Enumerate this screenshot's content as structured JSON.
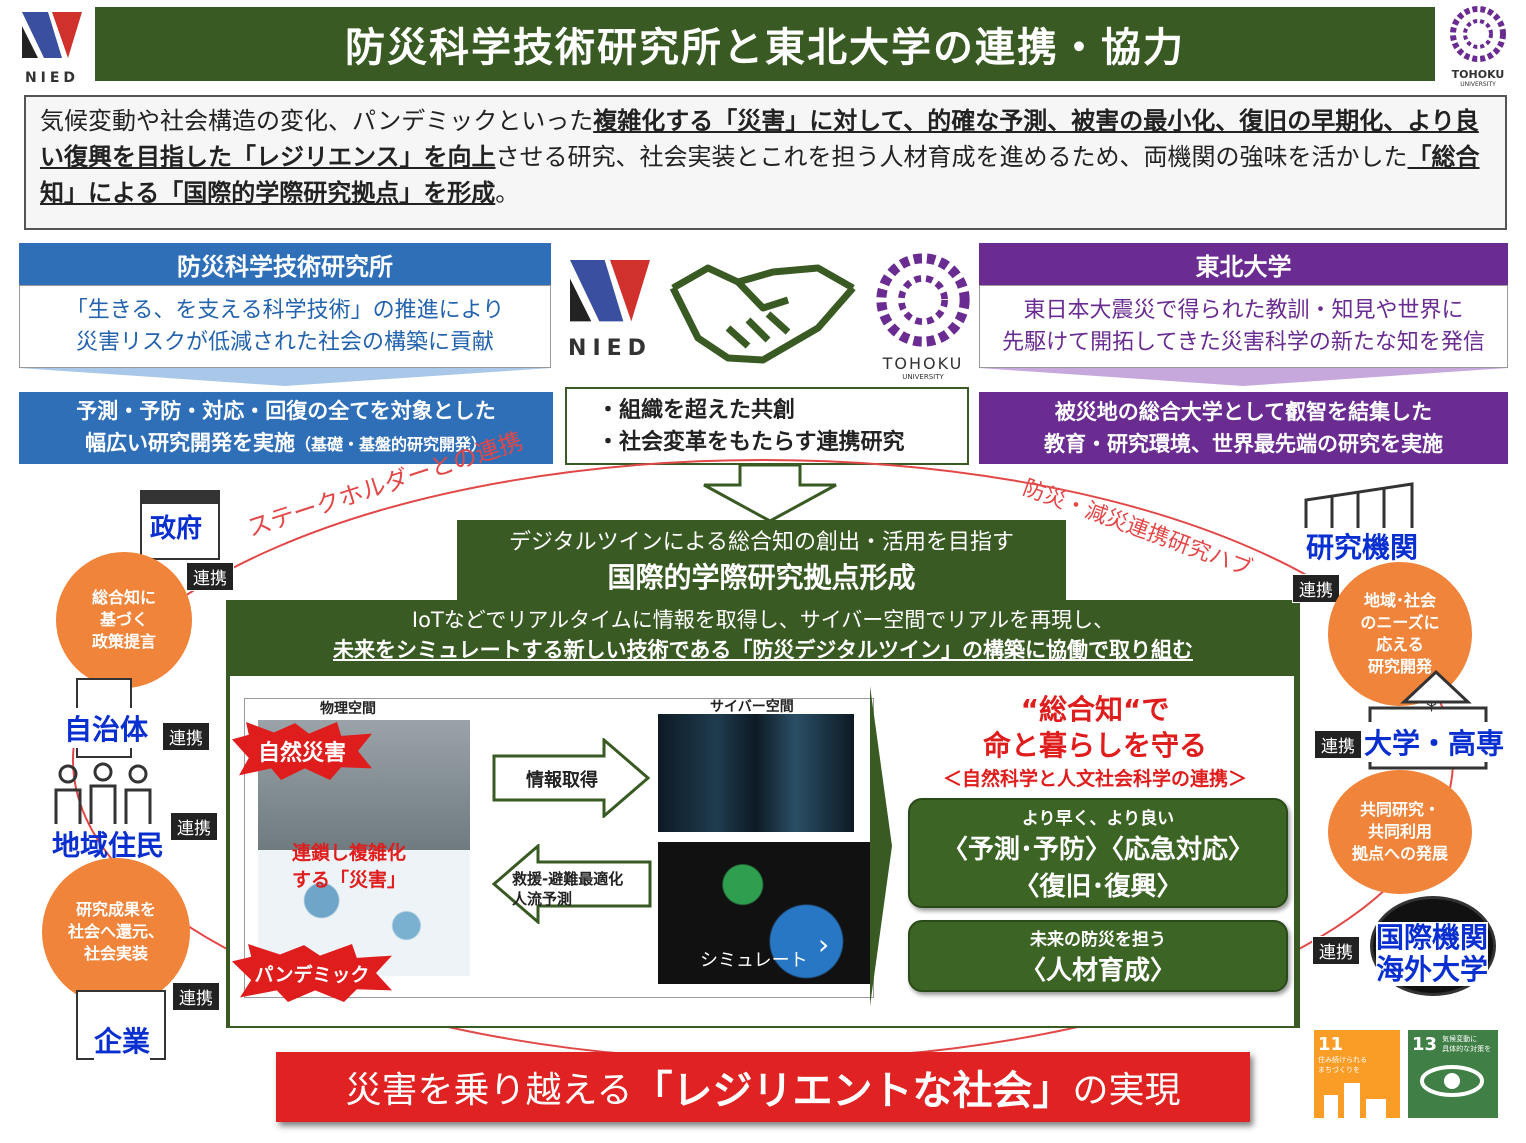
{
  "header": {
    "title": "防災科学技術研究所と東北大学の連携・協力",
    "nied_logo_text": "NIED",
    "tohoku_logo_text": "TOHOKU",
    "tohoku_logo_sub": "UNIVERSITY"
  },
  "intro": {
    "t1": "気候変動や社会構造の変化、パンデミックといった",
    "b1": "複雑化する「災害」に対して、的確な予測、被害の最小化、復旧の早期化、より良い復興を目指した「レジリエンス」を向上",
    "t2": "させる研究、社会実装とこれを担う人材育成を進めるため、両機関の強味を活かした",
    "b2": "「総合知」による「国際的学際研究拠点」を形成",
    "t3": "。"
  },
  "nied": {
    "name": "防災科学技術研究所",
    "desc_line1": "「生きる、を支える科学技術」の推進により",
    "desc_line2": "災害リスクが低減された社会の構築に貢献",
    "band_line1": "予測・予防・対応・回復の全てを対象とした",
    "band_line2": "幅広い研究開発を実施",
    "band_small": "（基礎・基盤的研究開発）"
  },
  "tohoku": {
    "name": "東北大学",
    "desc_line1": "東日本大震災で得られた教訓・知見や世界に",
    "desc_line2": "先駆けて開拓してきた災害科学の新たな知を発信",
    "band_line1": "被災地の総合大学として叡智を結集した",
    "band_line2": "教育・研究環境、世界最先端の研究を実施"
  },
  "collab": {
    "item1": "・組織を超えた共創",
    "item2": "・社会変革をもたらす連携研究"
  },
  "arcs": {
    "left": "ステークホルダーとの連携",
    "right": "防災・減災連携研究ハブ"
  },
  "hub": {
    "subtitle": "デジタルツインによる総合知の創出・活用を目指す",
    "title": "国際的学際研究拠点形成",
    "desc1": "IoTなどでリアルタイムに情報を取得し、サイバー空間でリアルを再現し、",
    "desc2": "未来をシミュレートする新しい技術である「防災デジタルツイン」の構築に協働で取り組む"
  },
  "diagram": {
    "physical": "物理空間",
    "cyber": "サイバー空間",
    "natural_disaster": "自然災害",
    "complex": "連鎖し複雑化\nする「災害」",
    "pandemic": "パンデミック",
    "info_get": "情報取得",
    "rescue": "救援-避難最適化\n人流予測",
    "simulate": "シミュレート"
  },
  "sogo": {
    "title1": "“総合知“で",
    "title2": "命と暮らしを守る",
    "subtitle": "＜自然科学と人文社会科学の連携＞",
    "box1_small": "より早く、より良い",
    "box1_line1": "〈予測･予防〉〈応急対応〉",
    "box1_line2": "〈復旧･復興〉",
    "box2_small": "未来の防災を担う",
    "box2_line1": "〈人材育成〉"
  },
  "stakeholders": {
    "gov": "政府",
    "local": "自治体",
    "residents": "地域住民",
    "company": "企業",
    "research": "研究機関",
    "univ": "大学・高専",
    "intl": "国際機関\n海外大学",
    "link": "連携"
  },
  "circles": {
    "policy": "総合知に\n基づく\n政策提言",
    "results": "研究成果を\n社会へ還元、\n社会実装",
    "needs": "地域･社会\nのニーズに\n応える\n研究開発",
    "joint": "共同研究・\n共同利用\n拠点への発展"
  },
  "footer": {
    "pre": "災害を乗り越える",
    "emph": "「レジリエントな社会」",
    "post": "の実現"
  },
  "sdgs": {
    "g11_num": "11",
    "g11_text": "住み続けられる\nまちづくりを",
    "g13_num": "13",
    "g13_text": "気候変動に\n具体的な対策を",
    "g11_color": "#f99d26",
    "g13_color": "#407f46"
  }
}
